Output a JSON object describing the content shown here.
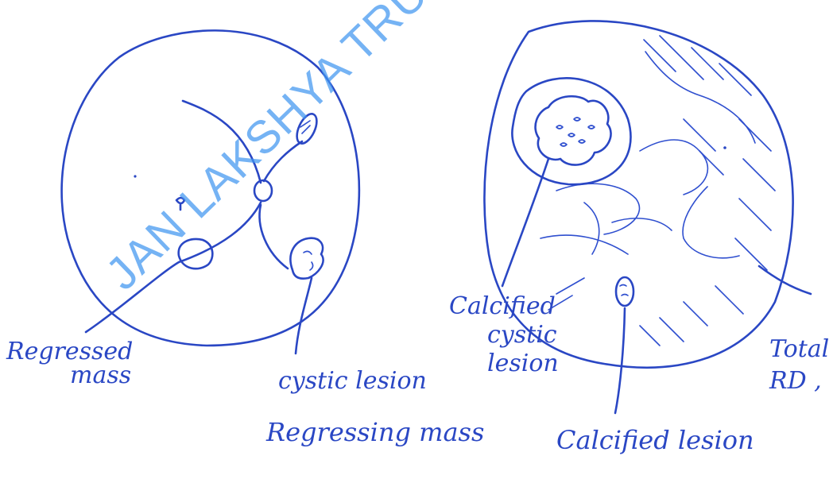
{
  "watermark": "JAN LAKSHYA TRUST",
  "labels": {
    "regressed_mass": [
      "Regressed",
      "mass"
    ],
    "cystic_lesion": "cystic lesion",
    "regressing_mass": "Regressing mass",
    "calcified_cystic_lesion": [
      "Calcified",
      "cystic",
      "lesion"
    ],
    "calcified_lesion": "Calcified lesion",
    "total_rd": [
      "Total",
      "RD ,"
    ]
  },
  "colors": {
    "ink": "#2a47c4",
    "watermark": "#4096f0",
    "background": "#ffffff"
  }
}
